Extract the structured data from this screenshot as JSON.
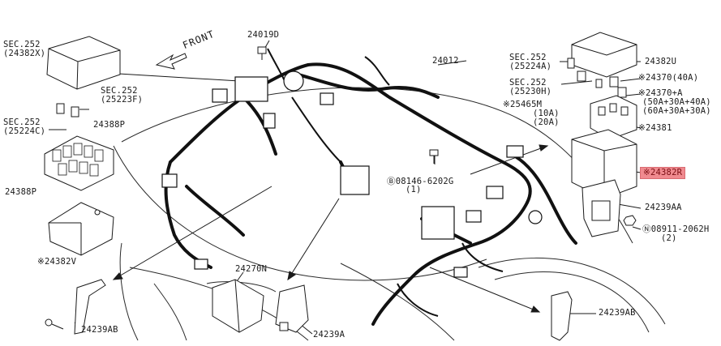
{
  "diagram": {
    "front_label": "FRONT",
    "labels": {
      "sec252_24382x": "SEC.252\n(24382X)",
      "sec252_25223f": "SEC.252\n(25223F)",
      "sec252_25224c": "SEC.252\n(25224C)",
      "p24388p_a": "24388P",
      "p24388p_b": "24388P",
      "p24382v": "※24382V",
      "p24239ab_left": "24239AB",
      "p24019d": "24019D",
      "p24012": "24012",
      "p08146": "Ⓑ08146-6202G",
      "p08146_qty": "(1)",
      "p24270n": "24270N",
      "p24239a": "24239A",
      "sec252_25224a": "SEC.252\n(25224A)",
      "sec252_25230h": "SEC.252\n(25230H)",
      "p25465m": "※25465M",
      "p25465m_sub": "(10A)\n(20A)",
      "p24382u": "24382U",
      "p24370_40a": "※24370(40A)",
      "p24370a": "※24370+A",
      "p24370a_sub": "(50A+30A+40A)\n(60A+30A+30A)",
      "p24381": "※24381",
      "p24382r": "※24382R",
      "p24239aa": "24239AA",
      "p08911": "Ⓝ08911-2062H",
      "p08911_qty": "(2)",
      "p24239ab_right": "24239AB"
    },
    "colors": {
      "line": "#1a1a1a",
      "harness": "#111111",
      "highlight": "#f08a8f"
    }
  }
}
